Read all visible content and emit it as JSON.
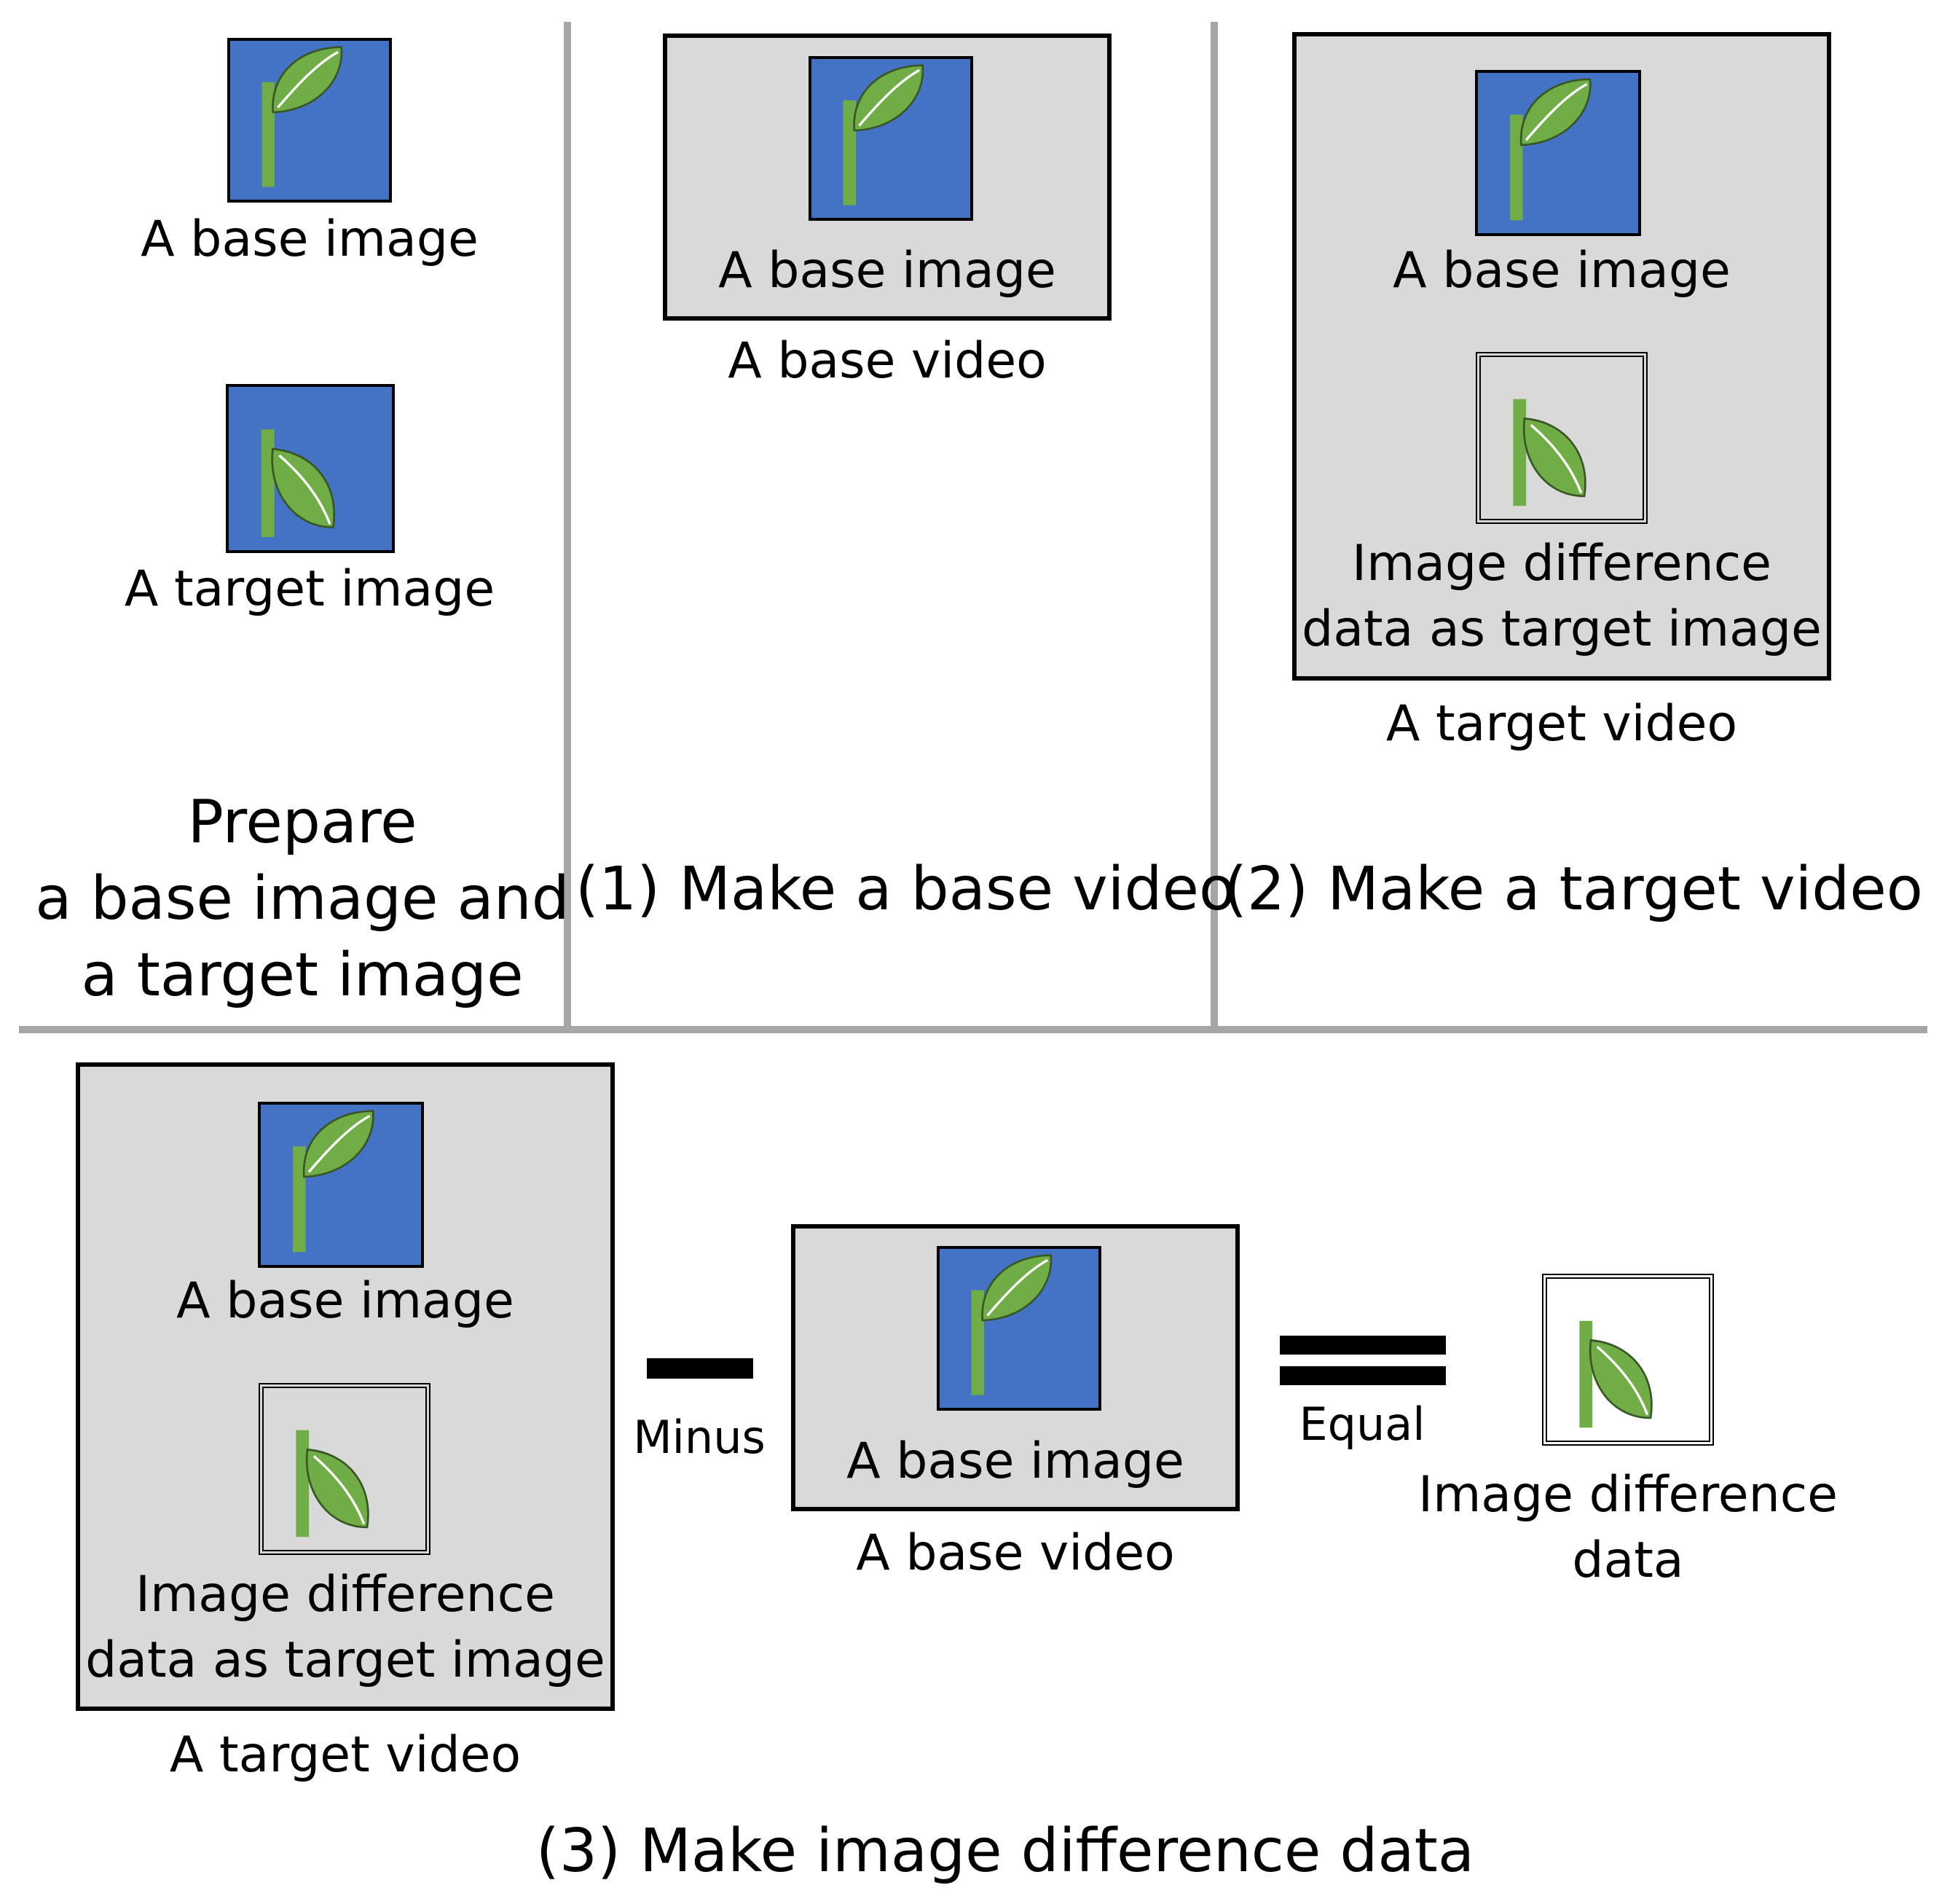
{
  "colors": {
    "image_bg": "#4472c4",
    "leaf": "#70ad47",
    "stem": "#70ad47",
    "frame_bg": "#d9d9d9",
    "divider": "#a6a6a6"
  },
  "icons": {
    "plant_upright": "plant-upright-icon",
    "plant_drooping": "plant-drooping-icon"
  },
  "panel_prepare": {
    "base_label": "A base image",
    "target_label": "A target image",
    "title_line1": "Prepare",
    "title_line2": "a base image and",
    "title_line3": "a target image"
  },
  "panel_base_video": {
    "inner_label": "A base image",
    "caption": "A base video",
    "title": "(1) Make a base video"
  },
  "panel_target_video": {
    "base_label": "A base image",
    "diff_line1": "Image difference",
    "diff_line2": "data as target image",
    "caption": "A target video",
    "title": "(2) Make a target video"
  },
  "panel_difference": {
    "target_video": {
      "base_label": "A base image",
      "diff_line1": "Image difference",
      "diff_line2": "data as target image",
      "caption": "A target video"
    },
    "minus_label": "Minus",
    "base_video": {
      "inner_label": "A base image",
      "caption": "A base video"
    },
    "equal_label": "Equal",
    "result_line1": "Image difference",
    "result_line2": "data",
    "title": "(3) Make image difference data"
  }
}
